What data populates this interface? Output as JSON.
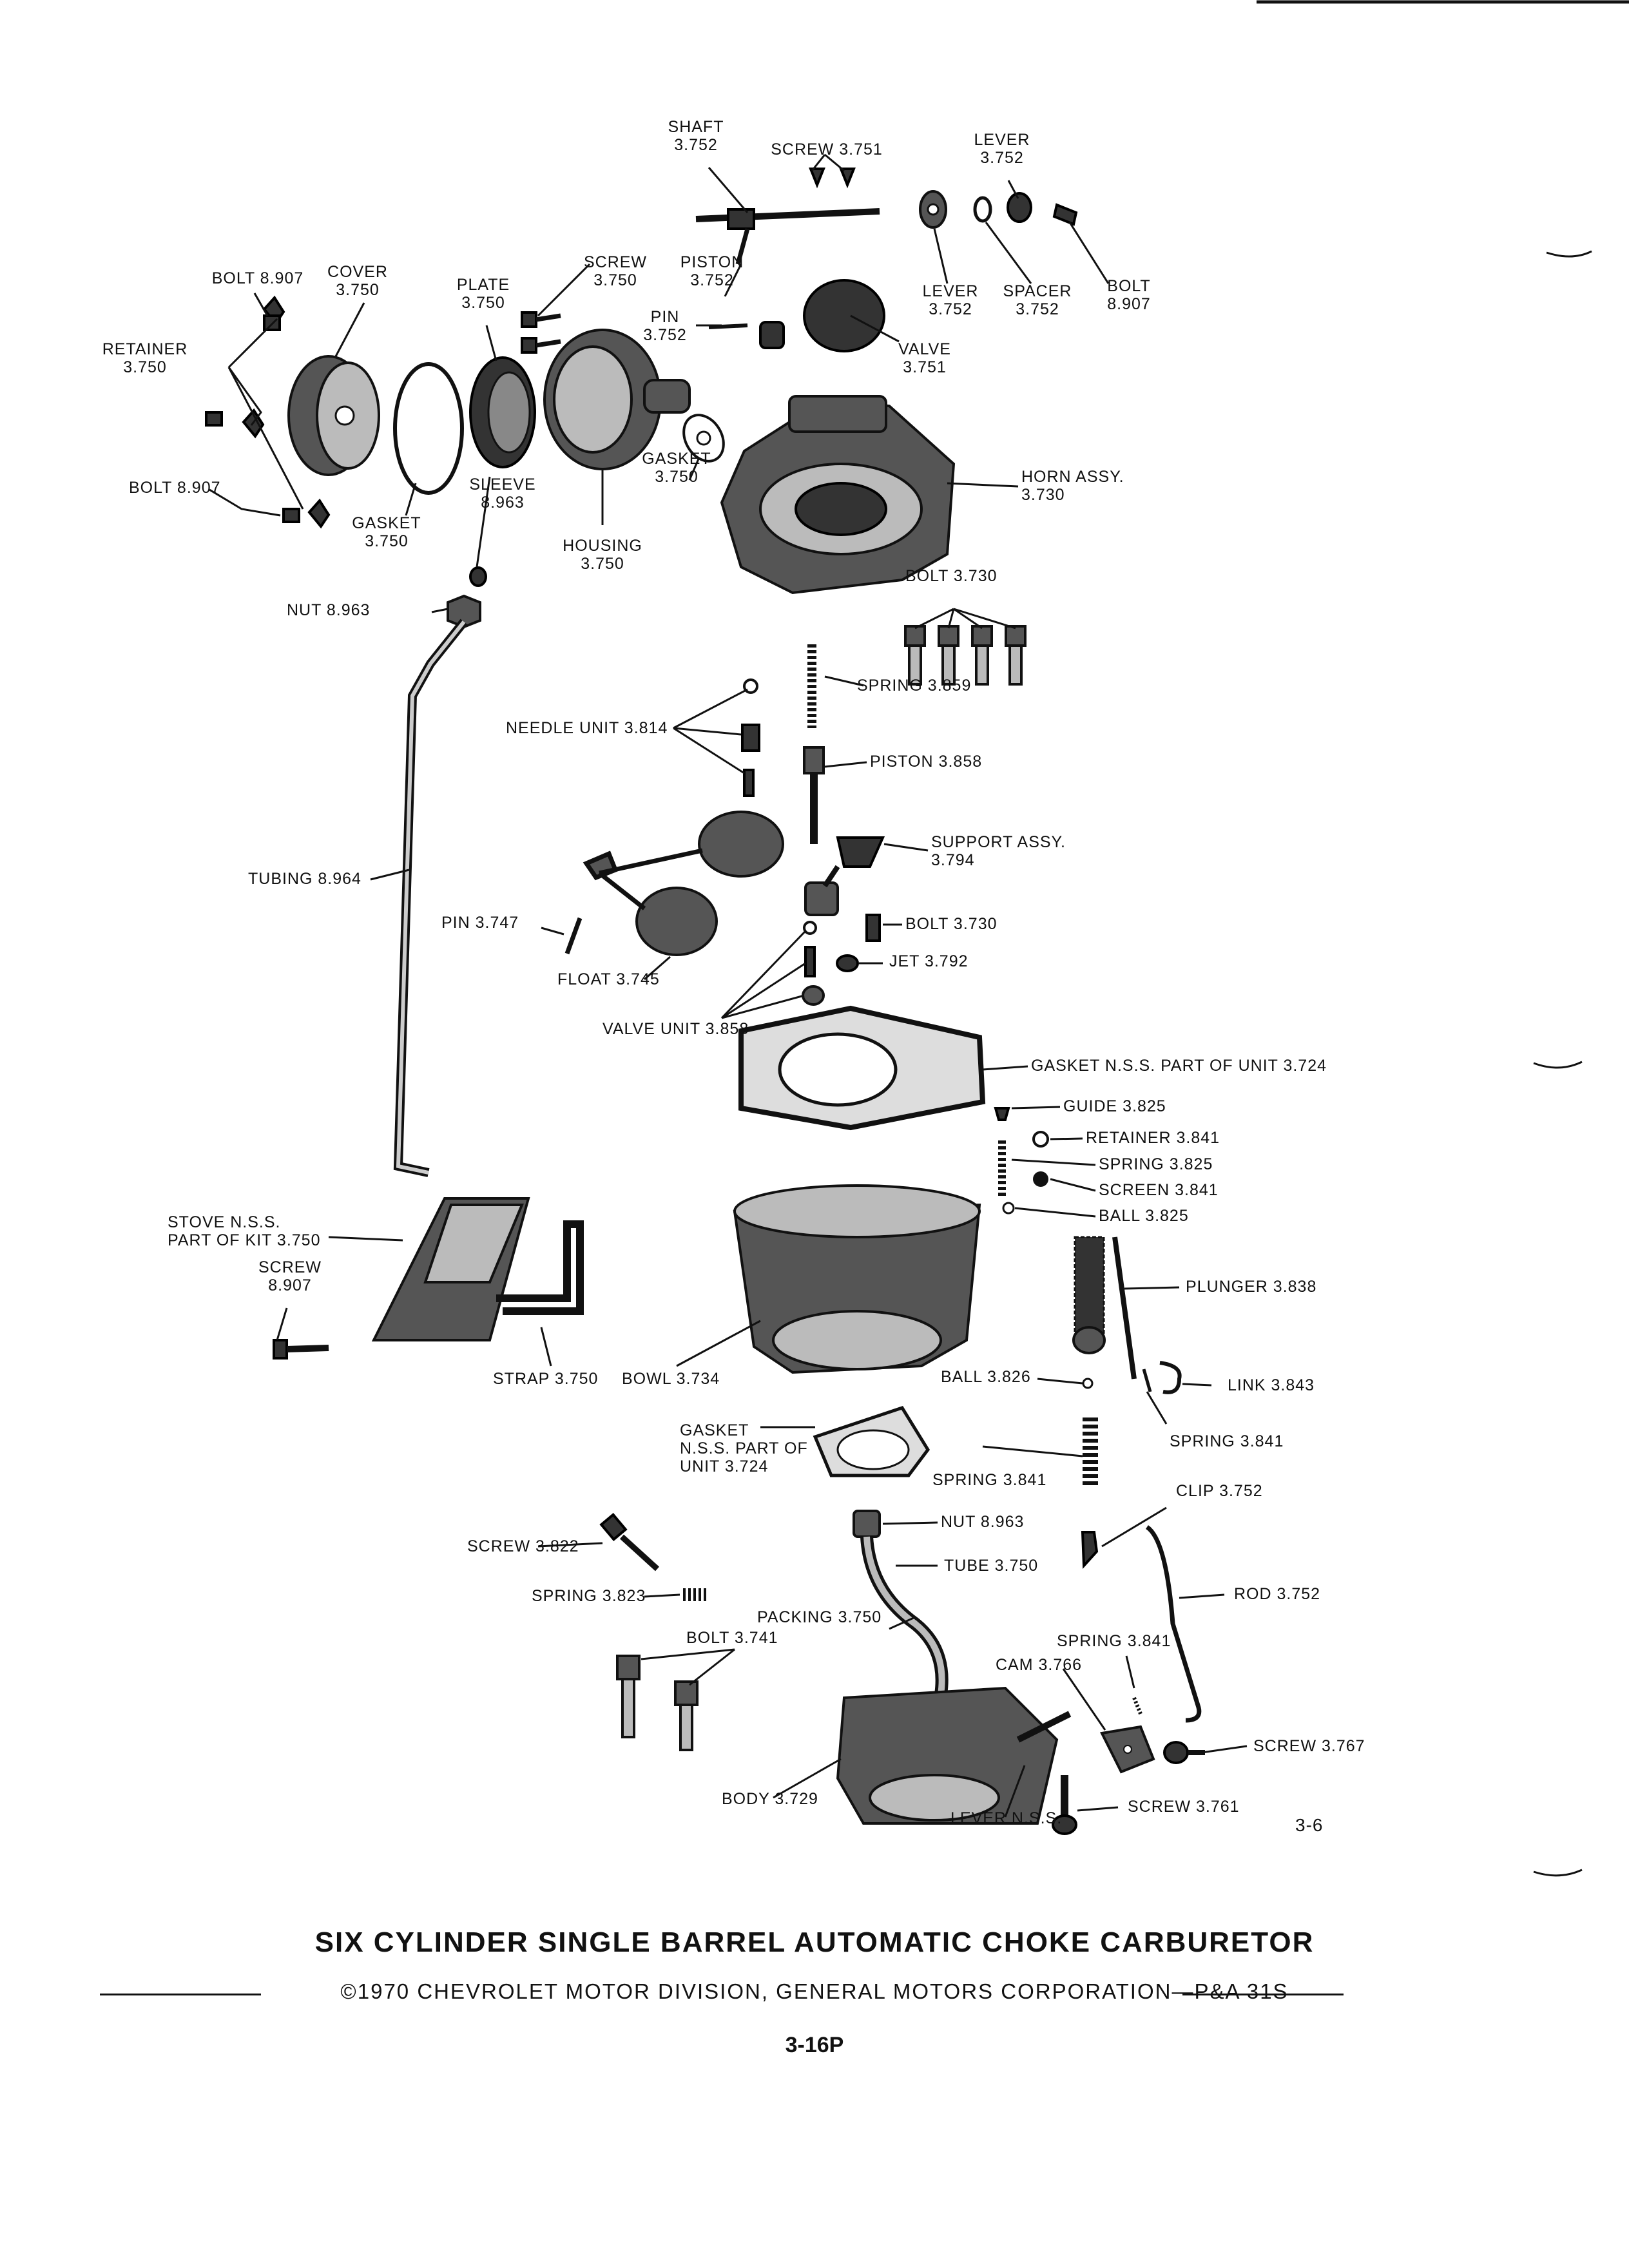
{
  "title": "SIX CYLINDER SINGLE BARREL AUTOMATIC CHOKE CARBURETOR",
  "copyright": "©1970 CHEVROLET MOTOR DIVISION, GENERAL MOTORS CORPORATION—P&A 31S",
  "page_number": "3-16P",
  "figure_number": "3-6",
  "labels": {
    "shaft": [
      "SHAFT",
      "3.752"
    ],
    "screw_3751": [
      "SCREW 3.751"
    ],
    "lever_top": [
      "LEVER",
      "3.752"
    ],
    "bolt_8907_a": [
      "BOLT 8.907"
    ],
    "cover": [
      "COVER",
      "3.750"
    ],
    "plate": [
      "PLATE",
      "3.750"
    ],
    "screw_3750": [
      "SCREW",
      "3.750"
    ],
    "piston_3752": [
      "PISTON",
      "3.752"
    ],
    "lever_mid": [
      "LEVER",
      "3.752"
    ],
    "spacer": [
      "SPACER",
      "3.752"
    ],
    "bolt_8907_r": [
      "BOLT",
      "8.907"
    ],
    "retainer_3750": [
      "RETAINER",
      "3.750"
    ],
    "pin_3752": [
      "PIN",
      "3.752"
    ],
    "valve_3751": [
      "VALVE",
      "3.751"
    ],
    "bolt_8907_b": [
      "BOLT 8.907"
    ],
    "sleeve": [
      "SLEEVE",
      "8.963"
    ],
    "gasket_cover": [
      "GASKET",
      "3.750"
    ],
    "gasket_horn": [
      "GASKET",
      "3.750"
    ],
    "horn": [
      "HORN ASSY.",
      "3.730"
    ],
    "housing": [
      "HOUSING",
      "3.750"
    ],
    "bolt_3730_top": [
      "BOLT 3.730"
    ],
    "nut_8963_top": [
      "NUT 8.963"
    ],
    "spring_3859": [
      "SPRING 3.859"
    ],
    "needle": [
      "NEEDLE UNIT 3.814"
    ],
    "piston_3858": [
      "PISTON 3.858"
    ],
    "support": [
      "SUPPORT ASSY.",
      "3.794"
    ],
    "tubing": [
      "TUBING 8.964"
    ],
    "pin_3747": [
      "PIN 3.747"
    ],
    "bolt_3730_mid": [
      "BOLT 3.730"
    ],
    "jet": [
      "JET 3.792"
    ],
    "float": [
      "FLOAT 3.745"
    ],
    "valve_unit": [
      "VALVE UNIT 3.858"
    ],
    "gasket_nss": [
      "GASKET N.S.S. PART OF UNIT 3.724"
    ],
    "guide": [
      "GUIDE 3.825"
    ],
    "retainer_3841": [
      "RETAINER 3.841"
    ],
    "spring_3825": [
      "SPRING 3.825"
    ],
    "screen": [
      "SCREEN 3.841"
    ],
    "ball_3825": [
      "BALL 3.825"
    ],
    "stove": [
      "STOVE N.S.S.",
      "PART OF KIT 3.750"
    ],
    "screw_8907": [
      "SCREW",
      "8.907"
    ],
    "plunger": [
      "PLUNGER 3.838"
    ],
    "strap": [
      "STRAP 3.750"
    ],
    "bowl": [
      "BOWL 3.734"
    ],
    "ball_3826": [
      "BALL 3.826"
    ],
    "link": [
      "LINK 3.843"
    ],
    "gasket_bottom": [
      "GASKET",
      "N.S.S. PART OF",
      "UNIT 3.724"
    ],
    "spring_3841_right": [
      "SPRING 3.841"
    ],
    "spring_3841_mid": [
      "SPRING 3.841"
    ],
    "clip": [
      "CLIP 3.752"
    ],
    "nut_8963_bottom": [
      "NUT 8.963"
    ],
    "screw_3822": [
      "SCREW 3.822"
    ],
    "tube": [
      "TUBE 3.750"
    ],
    "rod": [
      "ROD 3.752"
    ],
    "spring_3823": [
      "SPRING 3.823"
    ],
    "packing": [
      "PACKING 3.750"
    ],
    "bolt_3741": [
      "BOLT 3.741"
    ],
    "spring_3841_lower": [
      "SPRING 3.841"
    ],
    "cam": [
      "CAM 3.766"
    ],
    "screw_3767": [
      "SCREW 3.767"
    ],
    "body": [
      "BODY 3.729"
    ],
    "lever_nss": [
      "LEVER N.S.S."
    ],
    "screw_3761": [
      "SCREW 3.761"
    ]
  }
}
